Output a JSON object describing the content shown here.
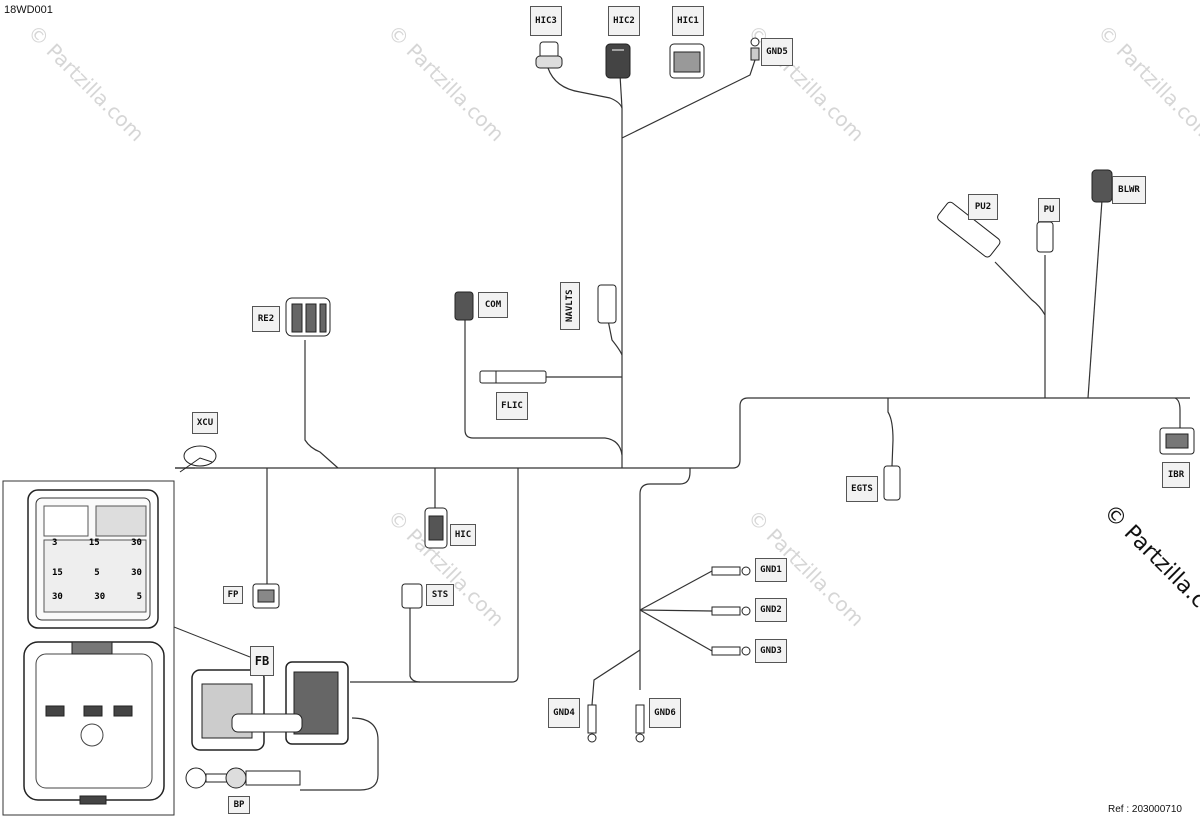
{
  "diagram_id": "18WD001",
  "reference": "Ref : 203000710",
  "watermark": "© Partzilla.com",
  "watermark_corner": "© Partzilla.c",
  "labels": {
    "hic3": "HIC3",
    "hic2": "HIC2",
    "hic1": "HIC1",
    "gnd5": "GND5",
    "pu2": "PU2",
    "pu": "PU",
    "blwr": "BLWR",
    "re2": "RE2",
    "com": "COM",
    "navlts": "NAVLTS",
    "flic": "FLIC",
    "xcu": "XCU",
    "ibr": "IBR",
    "egts": "EGTS",
    "hic": "HIC",
    "sts": "STS",
    "fp": "FP",
    "fb": "FB",
    "bp": "BP",
    "gnd1": "GND1",
    "gnd2": "GND2",
    "gnd3": "GND3",
    "gnd4": "GND4",
    "gnd6": "GND6"
  },
  "fuse_box": {
    "top_row": [
      "3",
      "15",
      "30"
    ],
    "mid_row": [
      "15",
      "5",
      "30"
    ],
    "bottom_row": [
      "30",
      "30",
      "5"
    ]
  }
}
